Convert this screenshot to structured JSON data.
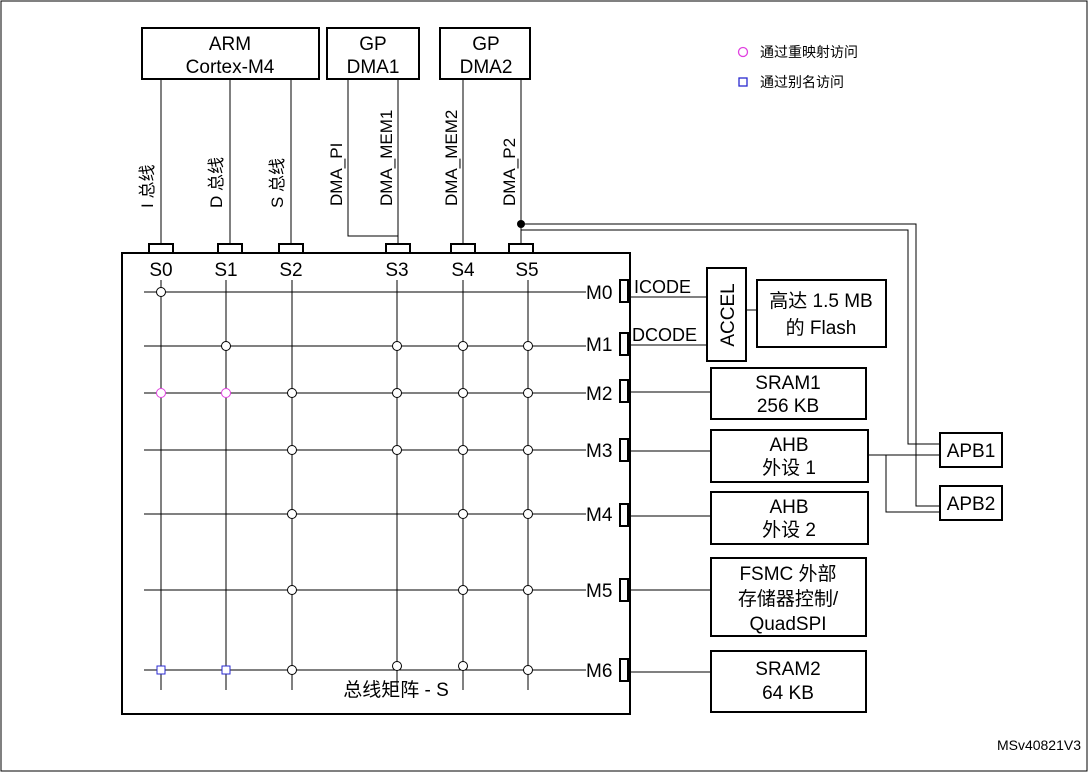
{
  "masters": {
    "arm": {
      "line1": "ARM",
      "line2": "Cortex-M4"
    },
    "dma1": {
      "line1": "GP",
      "line2": "DMA1"
    },
    "dma2": {
      "line1": "GP",
      "line2": "DMA2"
    }
  },
  "bus_lines": {
    "i_bus": "I 总线",
    "d_bus": "D 总线",
    "s_bus": "S 总线",
    "dma_pi": "DMA_PI",
    "dma_mem1": "DMA_MEM1",
    "dma_mem2": "DMA_MEM2",
    "dma_p2": "DMA_P2"
  },
  "slave_ports": [
    "S0",
    "S1",
    "S2",
    "S3",
    "S4",
    "S5"
  ],
  "master_ports": [
    "M0",
    "M1",
    "M2",
    "M3",
    "M4",
    "M5",
    "M6"
  ],
  "matrix_label": "总线矩阵 - S",
  "icode": "ICODE",
  "dcode": "DCODE",
  "accel": "ACCEL",
  "targets": {
    "flash": {
      "line1": "高达 1.5 MB",
      "line2": "的 Flash"
    },
    "sram1": {
      "line1": "SRAM1",
      "line2": "256 KB"
    },
    "ahb1": {
      "line1": "AHB",
      "line2": "外设 1"
    },
    "ahb2": {
      "line1": "AHB",
      "line2": "外设 2"
    },
    "fsmc": {
      "line1": "FSMC 外部",
      "line2": "存储器控制/",
      "line3": "QuadSPI"
    },
    "sram2": {
      "line1": "SRAM2",
      "line2": "64 KB"
    },
    "apb1": "APB1",
    "apb2": "APB2"
  },
  "legend": {
    "remap": "通过重映射访问",
    "alias": "通过别名访问",
    "remap_color": "#e040e0",
    "alias_color": "#2a2ad0"
  },
  "footer_id": "MSv40821V3"
}
